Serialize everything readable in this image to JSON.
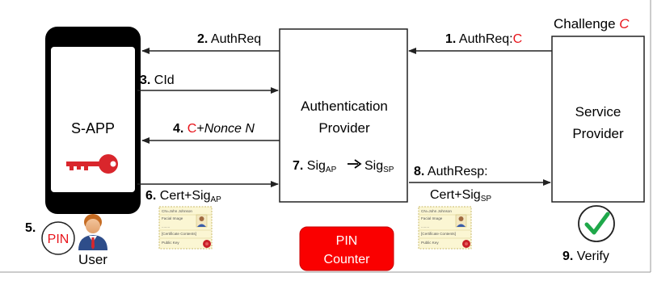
{
  "app": {
    "title": "S-APP"
  },
  "nodes": {
    "auth_provider": [
      "Authentication",
      "Provider"
    ],
    "service_provider": [
      "Service",
      "Provider"
    ],
    "pin_counter": [
      "PIN",
      "Counter"
    ],
    "pin_bubble": "PIN",
    "user": "User"
  },
  "steps": {
    "s1": {
      "num": "1.",
      "text": "AuthReq:",
      "accent": "C"
    },
    "s2": {
      "num": "2.",
      "text": "AuthReq"
    },
    "s3": {
      "num": "3.",
      "text": "CId"
    },
    "s4": {
      "num": "4.",
      "accent": "C",
      "text": "+",
      "italic": "Nonce N"
    },
    "s5": {
      "num": "5."
    },
    "s6": {
      "num": "6.",
      "text": "Cert+Sig",
      "sub": "AP"
    },
    "s7": {
      "num": "7.",
      "a": "Sig",
      "a_sub": "AP",
      "b": "Sig",
      "b_sub": "SP"
    },
    "s8": {
      "num": "8.",
      "line1": "AuthResp:",
      "line2": "Cert+Sig",
      "sub": "SP"
    },
    "s9": {
      "num": "9.",
      "text": "Verify"
    }
  },
  "challenge": {
    "label": "Challenge",
    "accent": "C"
  },
  "certificate": {
    "lines": [
      "CN=John Johnson",
      "Facial Image",
      "........",
      "[Certificate Contents]",
      "Public Key"
    ]
  },
  "colors": {
    "accent_red": "#e8141b",
    "key_red": "#d9262c",
    "pin_box": "#fa0000",
    "check_green": "#1fa84a",
    "cert_bg": "#fbf6d3",
    "cert_border": "#c9b96a"
  },
  "icons": [
    "key-icon",
    "check-icon",
    "user-icon",
    "seal-icon"
  ]
}
